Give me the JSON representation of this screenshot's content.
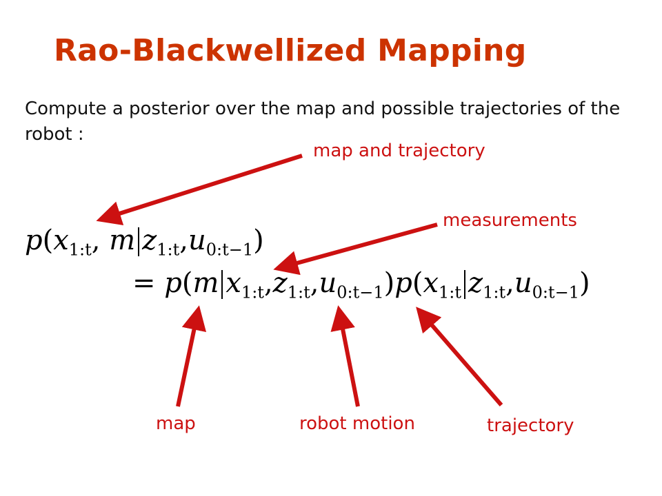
{
  "slide": {
    "title": "Rao-Blackwellized Mapping",
    "intro": "Compute a posterior over the map and possible trajectories of the robot :",
    "equation": {
      "line1": {
        "p": "p",
        "open": "(",
        "x": "x",
        "x_sub": "1:t",
        "comma1": ",",
        "m": "m",
        "z": "z",
        "z_sub": "1:t",
        "comma2": ",",
        "u": "u",
        "u_sub": "0:t−1",
        "close": ")"
      },
      "line2": {
        "eq": "=",
        "p1": "p",
        "open1": "(",
        "m": "m",
        "x": "x",
        "x_sub": "1:t",
        "comma1": ",",
        "z": "z",
        "z_sub": "1:t",
        "comma2": ",",
        "u": "u",
        "u_sub": "0:t−1",
        "close1": ")",
        "p2": "p",
        "open2": "(",
        "x2": "x",
        "x2_sub": "1:t",
        "z2": "z",
        "z2_sub": "1:t",
        "comma3": ",",
        "u2": "u",
        "u2_sub": "0:t−1",
        "close2": ")"
      }
    },
    "annotations": {
      "map_and_trajectory": "map and trajectory",
      "measurements": "measurements",
      "map": "map",
      "robot_motion": "robot motion",
      "trajectory": "trajectory"
    },
    "colors": {
      "title": "#cc3300",
      "annotation": "#cc1111",
      "arrow": "#cc1111",
      "text": "#111111"
    }
  }
}
